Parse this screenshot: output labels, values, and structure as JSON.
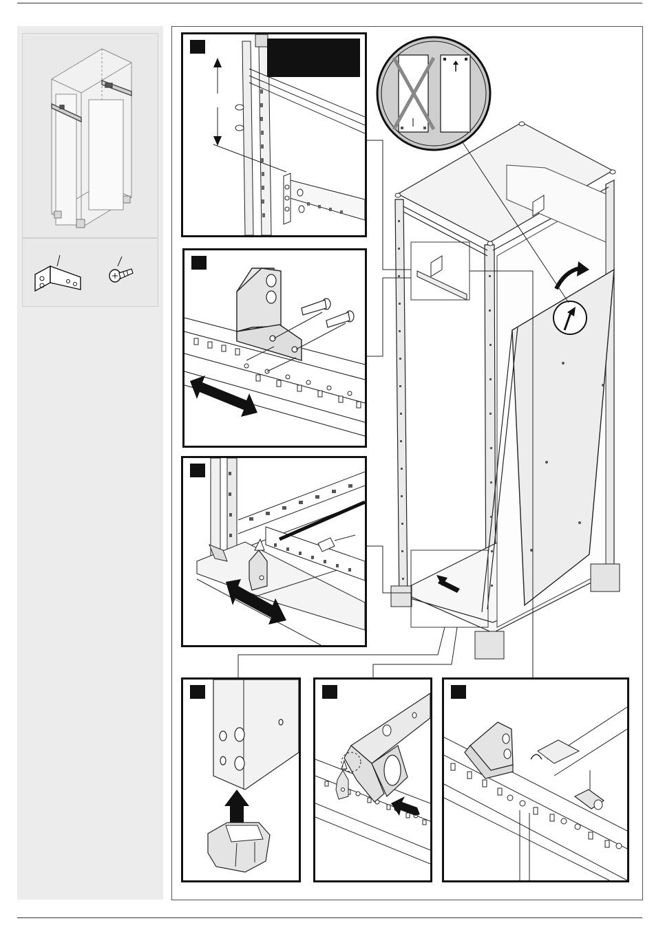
{
  "document": {
    "steps": [
      {
        "id": "step-1"
      },
      {
        "id": "step-2"
      },
      {
        "id": "step-3"
      },
      {
        "id": "step-4"
      },
      {
        "id": "step-5"
      },
      {
        "id": "step-6"
      }
    ]
  },
  "icons": {
    "overview": "cabinet-overview-icon",
    "bracket": "angle-bracket-icon",
    "screw": "screw-icon",
    "orientation": "panel-orientation-icon",
    "arrow": "direction-arrow-icon"
  },
  "colors": {
    "ink": "#111111",
    "sidebar": "#ececec",
    "panel_fill": "#f2f2f2"
  }
}
